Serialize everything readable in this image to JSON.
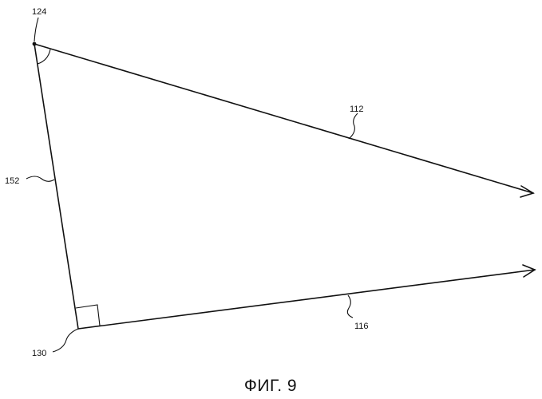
{
  "figure": {
    "caption": "ФИГ. 9",
    "labels": {
      "vertex_top": "124",
      "vertex_bottom": "130",
      "ray_upper": "112",
      "ray_lower": "116",
      "side_left": "152"
    }
  }
}
